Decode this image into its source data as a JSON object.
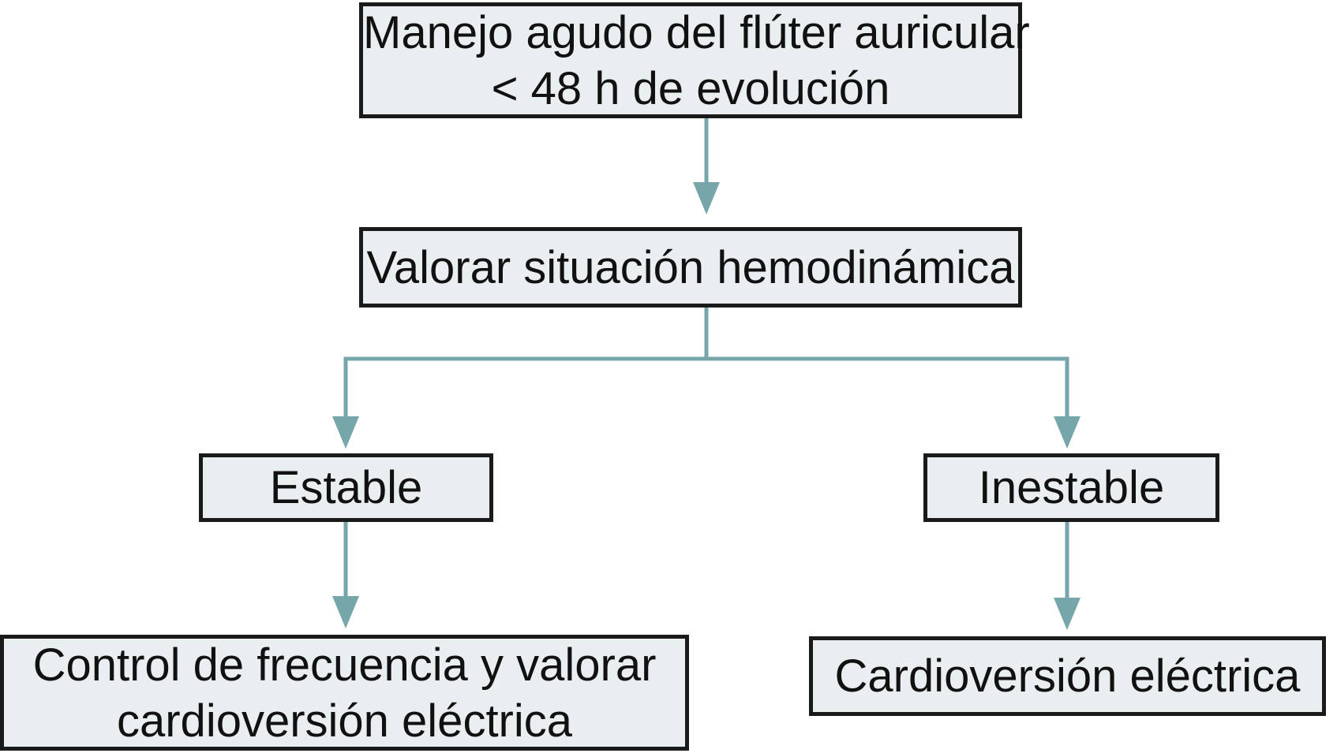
{
  "diagram": {
    "type": "flowchart",
    "colors": {
      "background": "#ffffff",
      "box_fill": "#e9eef1",
      "box_border": "#1a1a1a",
      "connector": "#76a6aa",
      "text": "#111111"
    },
    "nodes": {
      "root": {
        "lines": [
          "Manejo agudo del flúter auricular",
          "< 48 h de evolución"
        ]
      },
      "assess": {
        "lines": [
          "Valorar situación hemodinámica"
        ]
      },
      "stable": {
        "lines": [
          "Estable"
        ]
      },
      "unstable": {
        "lines": [
          "Inestable"
        ]
      },
      "stable_action": {
        "lines": [
          "Control de frecuencia y valorar",
          "cardioversión eléctrica"
        ]
      },
      "unstable_action": {
        "lines": [
          "Cardioversión eléctrica"
        ]
      }
    },
    "edges": [
      {
        "from": "root",
        "to": "assess"
      },
      {
        "from": "assess",
        "to": "stable"
      },
      {
        "from": "assess",
        "to": "unstable"
      },
      {
        "from": "stable",
        "to": "stable_action"
      },
      {
        "from": "unstable",
        "to": "unstable_action"
      }
    ]
  }
}
